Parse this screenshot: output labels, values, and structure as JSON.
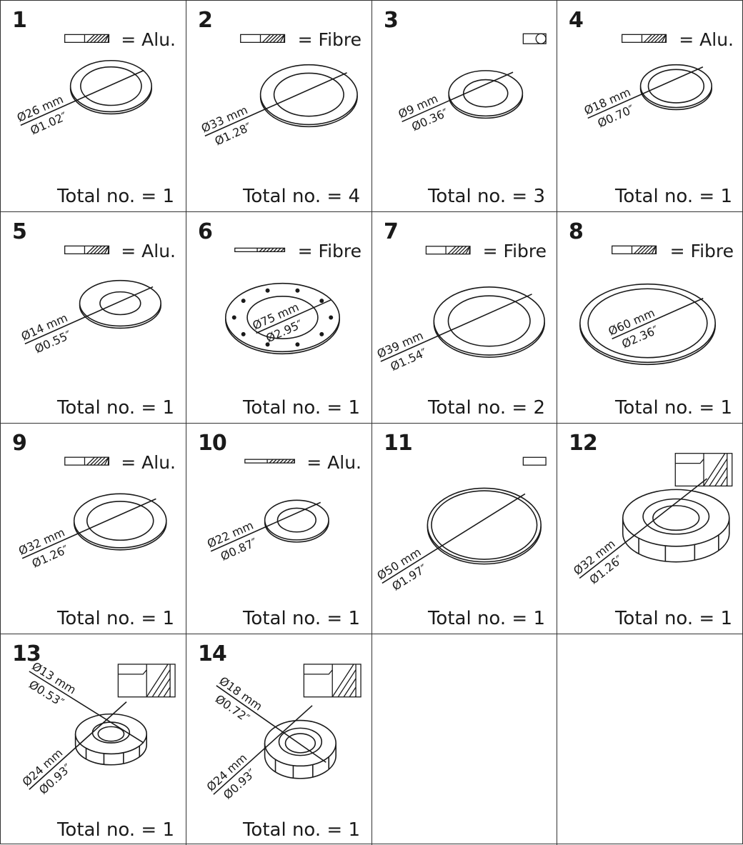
{
  "line_color": "#1a1a1a",
  "cells": [
    {
      "number": "1",
      "material": "= Alu.",
      "dims": [
        [
          "Ø26 mm",
          "Ø1.02″"
        ]
      ],
      "total": "Total no. = 1"
    },
    {
      "number": "2",
      "material": "= Fibre",
      "dims": [
        [
          "Ø33 mm",
          "Ø1.28″"
        ]
      ],
      "total": "Total no. = 4"
    },
    {
      "number": "3",
      "material": "",
      "dims": [
        [
          "Ø9 mm",
          "Ø0.36″"
        ]
      ],
      "total": "Total no. = 3"
    },
    {
      "number": "4",
      "material": "= Alu.",
      "dims": [
        [
          "Ø18 mm",
          "Ø0.70″"
        ]
      ],
      "total": "Total no. = 1"
    },
    {
      "number": "5",
      "material": "= Alu.",
      "dims": [
        [
          "Ø14 mm",
          "Ø0.55″"
        ]
      ],
      "total": "Total no. = 1"
    },
    {
      "number": "6",
      "material": "= Fibre",
      "dims": [
        [
          "Ø75 mm",
          "Ø2.95″"
        ]
      ],
      "total": "Total no. = 1"
    },
    {
      "number": "7",
      "material": "= Fibre",
      "dims": [
        [
          "Ø39 mm",
          "Ø1.54″"
        ]
      ],
      "total": "Total no. = 2"
    },
    {
      "number": "8",
      "material": "= Fibre",
      "dims": [
        [
          "Ø60 mm",
          "Ø2.36″"
        ]
      ],
      "total": "Total no. = 1"
    },
    {
      "number": "9",
      "material": "= Alu.",
      "dims": [
        [
          "Ø32 mm",
          "Ø1.26″"
        ]
      ],
      "total": "Total no. = 1"
    },
    {
      "number": "10",
      "material": "= Alu.",
      "dims": [
        [
          "Ø22 mm",
          "Ø0.87″"
        ]
      ],
      "total": "Total no. = 1"
    },
    {
      "number": "11",
      "material": "",
      "dims": [
        [
          "Ø50 mm",
          "Ø1.97″"
        ]
      ],
      "total": "Total no. = 1"
    },
    {
      "number": "12",
      "material": "",
      "dims": [
        [
          "Ø32 mm",
          "Ø1.26″"
        ]
      ],
      "total": "Total no. = 1"
    },
    {
      "number": "13",
      "material": "",
      "dims": [
        [
          "Ø13 mm",
          "Ø0.53″"
        ],
        [
          "Ø24 mm",
          "Ø0.93″"
        ]
      ],
      "total": "Total no. = 1"
    },
    {
      "number": "14",
      "material": "",
      "dims": [
        [
          "Ø18 mm",
          "Ø0.72″"
        ],
        [
          "Ø24 mm",
          "Ø0.93″"
        ]
      ],
      "total": "Total no. = 1"
    },
    {
      "number": "",
      "material": "",
      "dims": [],
      "total": ""
    },
    {
      "number": "",
      "material": "",
      "dims": [],
      "total": ""
    }
  ]
}
